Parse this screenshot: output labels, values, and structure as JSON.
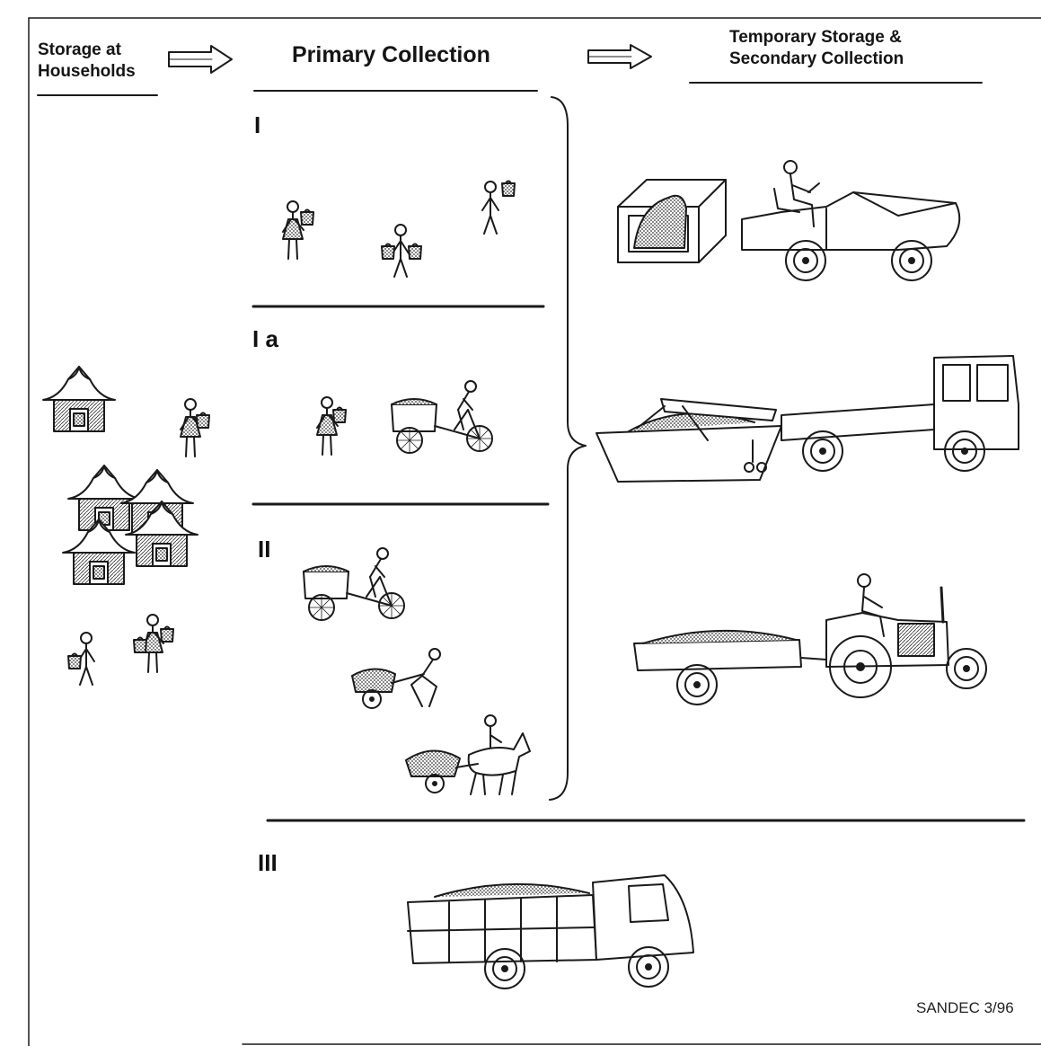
{
  "headers": {
    "households": "Storage at\nHouseholds",
    "primary": "Primary Collection",
    "secondary": "Temporary Storage &\nSecondary Collection"
  },
  "sections": {
    "s1": "I",
    "s1a": "I a",
    "s2": "II",
    "s3": "III"
  },
  "credit": "SANDEC 3/96",
  "colors": {
    "ink": "#1a1a1a",
    "paper": "#ffffff",
    "stipple": "#9a9a9a"
  }
}
